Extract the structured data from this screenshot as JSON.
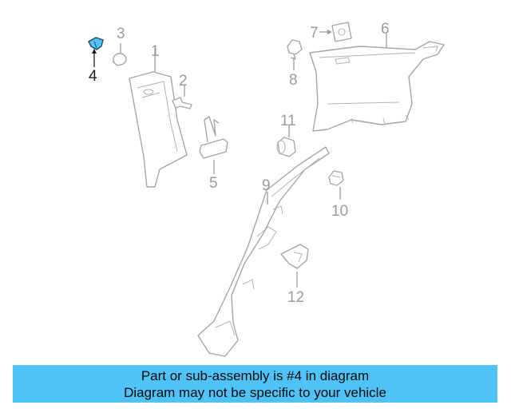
{
  "callouts": {
    "c1": "1",
    "c2": "2",
    "c3": "3",
    "c4": "4",
    "c5": "5",
    "c6": "6",
    "c7": "7",
    "c8": "8",
    "c9": "9",
    "c10": "10",
    "c11": "11",
    "c12": "12"
  },
  "highlight": {
    "part_number": "4",
    "color": "#4fc3f7"
  },
  "banner": {
    "line1": "Part or sub-assembly is #4 in diagram",
    "line2": "Diagram may not be specific to your vehicle",
    "background": "#4fc3f7"
  }
}
